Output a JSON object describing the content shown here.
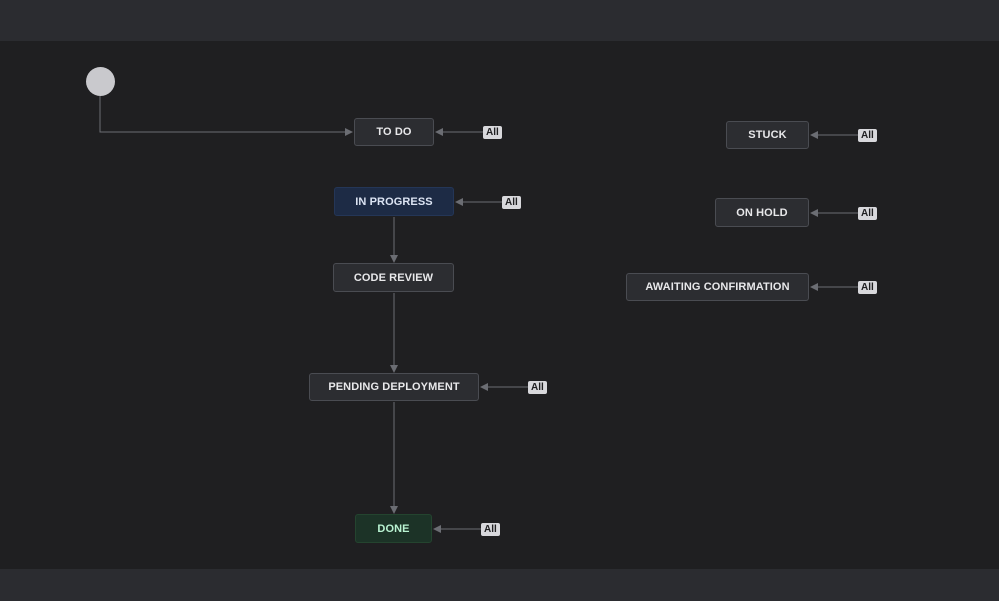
{
  "colors": {
    "edge": "#6b6d73",
    "progress_bg": "#1d2b45",
    "done_bg": "#1c3327"
  },
  "statuses": {
    "todo": "TO DO",
    "in_progress": "IN PROGRESS",
    "code_review": "CODE REVIEW",
    "pending_deployment": "PENDING DEPLOYMENT",
    "done": "DONE",
    "stuck": "STUCK",
    "on_hold": "ON HOLD",
    "awaiting_confirmation": "AWAITING CONFIRMATION"
  },
  "transition_label": "All"
}
